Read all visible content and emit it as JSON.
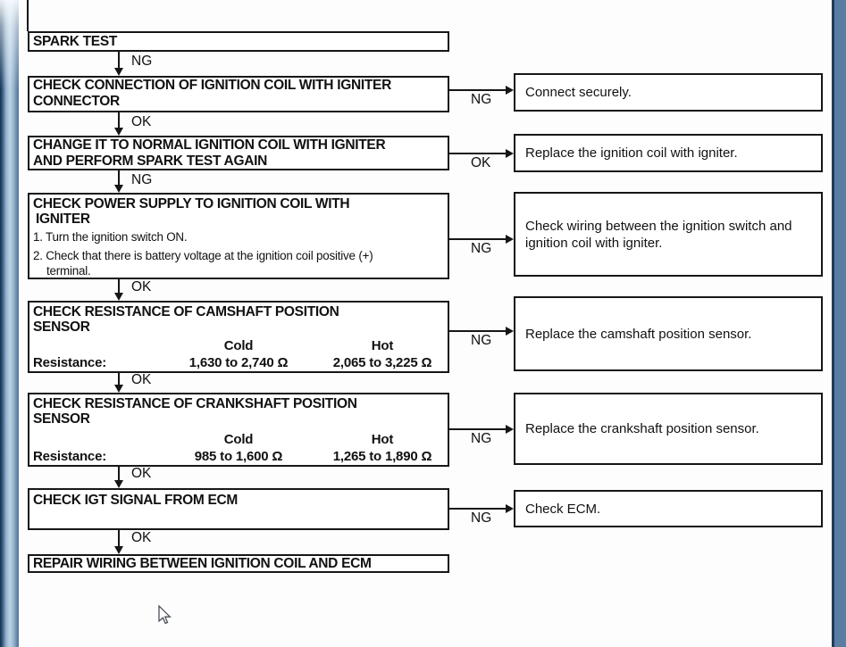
{
  "page": {
    "background": "#ffffff",
    "ink_color": "#161616",
    "left_edge_colors": {
      "outer": "#16304e",
      "mid": "#bdd2e4",
      "inner": "#51749a"
    },
    "right_edge_color": "#5b7da1"
  },
  "flow": {
    "boxes": [
      {
        "lines": [
          "SPARK TEST"
        ]
      },
      {
        "lines": [
          "CHECK CONNECTION OF IGNITION COIL WITH IGNITER",
          "CONNECTOR"
        ]
      },
      {
        "lines": [
          "CHANGE IT TO NORMAL IGNITION COIL WITH IGNITER",
          "AND PERFORM SPARK TEST AGAIN"
        ]
      },
      {
        "lines": [
          "CHECK POWER SUPPLY TO IGNITION COIL WITH",
          "IGNITER"
        ],
        "steps": [
          "1. Turn the ignition switch ON.",
          "2. Check that there is battery voltage at the ignition coil positive (+)",
          "terminal."
        ]
      },
      {
        "lines": [
          "CHECK RESISTANCE OF CAMSHAFT POSITION",
          "SENSOR"
        ],
        "resistance": {
          "label": "Resistance:",
          "cold_header": "Cold",
          "hot_header": "Hot",
          "cold_value": "1,630 to 2,740 Ω",
          "hot_value": "2,065 to 3,225 Ω"
        }
      },
      {
        "lines": [
          "CHECK RESISTANCE OF CRANKSHAFT POSITION",
          "SENSOR"
        ],
        "resistance": {
          "label": "Resistance:",
          "cold_header": "Cold",
          "hot_header": "Hot",
          "cold_value": "985 to 1,600 Ω",
          "hot_value": "1,265 to 1,890 Ω"
        }
      },
      {
        "lines": [
          "CHECK IGT SIGNAL FROM ECM"
        ]
      },
      {
        "lines": [
          "REPAIR WIRING BETWEEN IGNITION COIL AND ECM"
        ]
      }
    ],
    "down_labels": [
      "NG",
      "OK",
      "NG",
      "OK",
      "OK",
      "OK",
      "OK"
    ],
    "branches": [
      {
        "label": "NG",
        "result": "Connect securely."
      },
      {
        "label": "OK",
        "result": "Replace the ignition coil with igniter."
      },
      {
        "label": "NG",
        "result": "Check wiring between the ignition switch and ignition coil with igniter."
      },
      {
        "label": "NG",
        "result": "Replace the camshaft position sensor."
      },
      {
        "label": "NG",
        "result": "Replace the crankshaft position sensor."
      },
      {
        "label": "NG",
        "result": "Check ECM."
      }
    ]
  }
}
